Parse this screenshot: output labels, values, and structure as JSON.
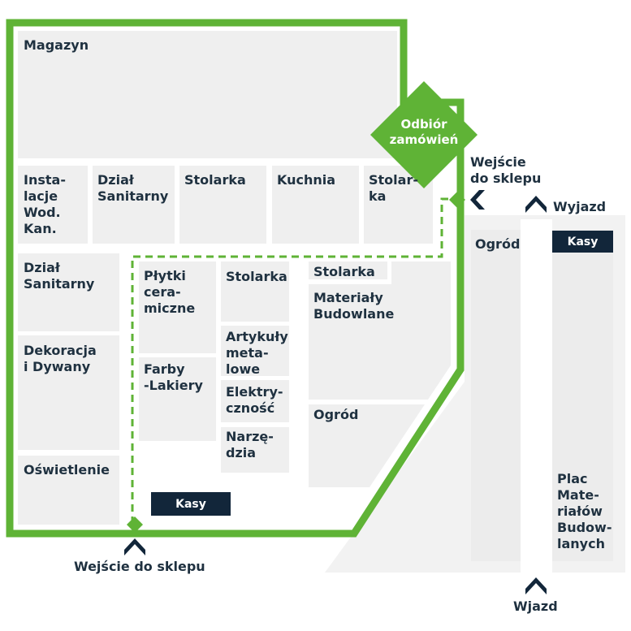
{
  "colors": {
    "green": "#5fb336",
    "navy": "#12263a",
    "room": "#efefef",
    "outdoor": "#f2f2f2",
    "text": "#1f3140"
  },
  "rooms": {
    "magazyn": "Magazyn",
    "instalacje": "Insta-\nlacje\nWod.\nKan.",
    "dzial_sanitarny_top": "Dział\nSanitarny",
    "stolarka_1": "Stolarka",
    "kuchnia": "Kuchnia",
    "stolarka_2": "Stolar-\nka",
    "dzial_sanitarny_left": "Dział\nSanitarny",
    "dekoracja": "Dekoracja\ni Dywany",
    "oswietlenie": "Oświetlenie",
    "plytki": "Płytki\ncera-\nmiczne",
    "farby": "Farby\n-Lakiery",
    "stolarka_3": "Stolarka",
    "artykuly": "Artykuły\nmeta-\nlowe",
    "elektrycznosc": "Elektry-\nczność",
    "narzedzia": "Narzę-\ndzia",
    "stolarka_4": "Stolarka",
    "materialy": "Materiały\nBudowlane",
    "ogrod_inner": "Ogród",
    "ogrod_outer": "Ogród",
    "plac": "Plac\nMate-\nriałów\nBudow-\nlanych"
  },
  "kasy": {
    "inner": "Kasy",
    "outer": "Kasy"
  },
  "odbior": "Odbiór\nzamówień",
  "entrances": {
    "wejscie_side": "Wejście\ndo sklepu",
    "wejscie_bottom": "Wejście do sklepu",
    "wyjazd": "Wyjazd",
    "wjazd": "Wjazd"
  },
  "icons": [
    "chevron-left-icon",
    "chevron-up-icon",
    "diamond-marker-icon"
  ]
}
